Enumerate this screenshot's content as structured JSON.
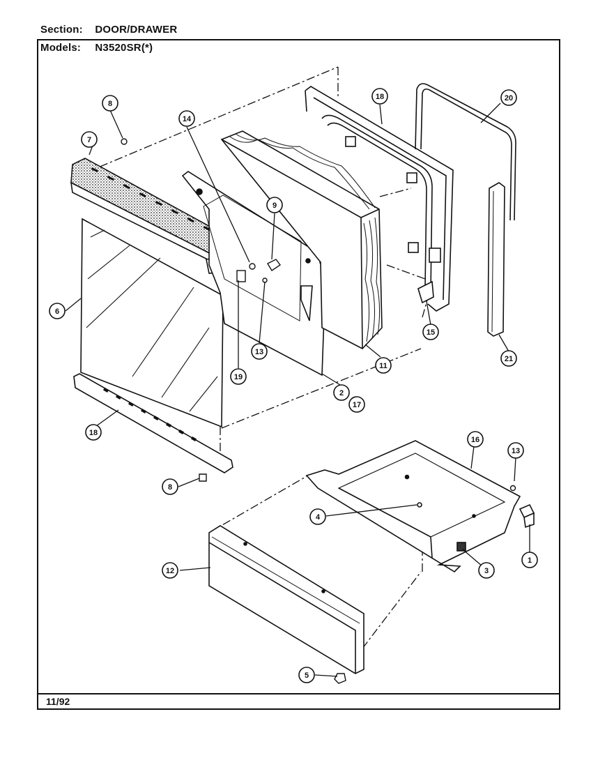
{
  "header": {
    "section_label": "Section:",
    "section_value": "DOOR/DRAWER",
    "models_label": "Models:",
    "models_value": "N3520SR(*)"
  },
  "footer": {
    "date": "11/92"
  },
  "callouts": [
    "1",
    "2",
    "3",
    "4",
    "5",
    "6",
    "7",
    "8",
    "8",
    "9",
    "11",
    "12",
    "13",
    "13",
    "14",
    "15",
    "16",
    "17",
    "18",
    "18",
    "19",
    "20",
    "21"
  ]
}
